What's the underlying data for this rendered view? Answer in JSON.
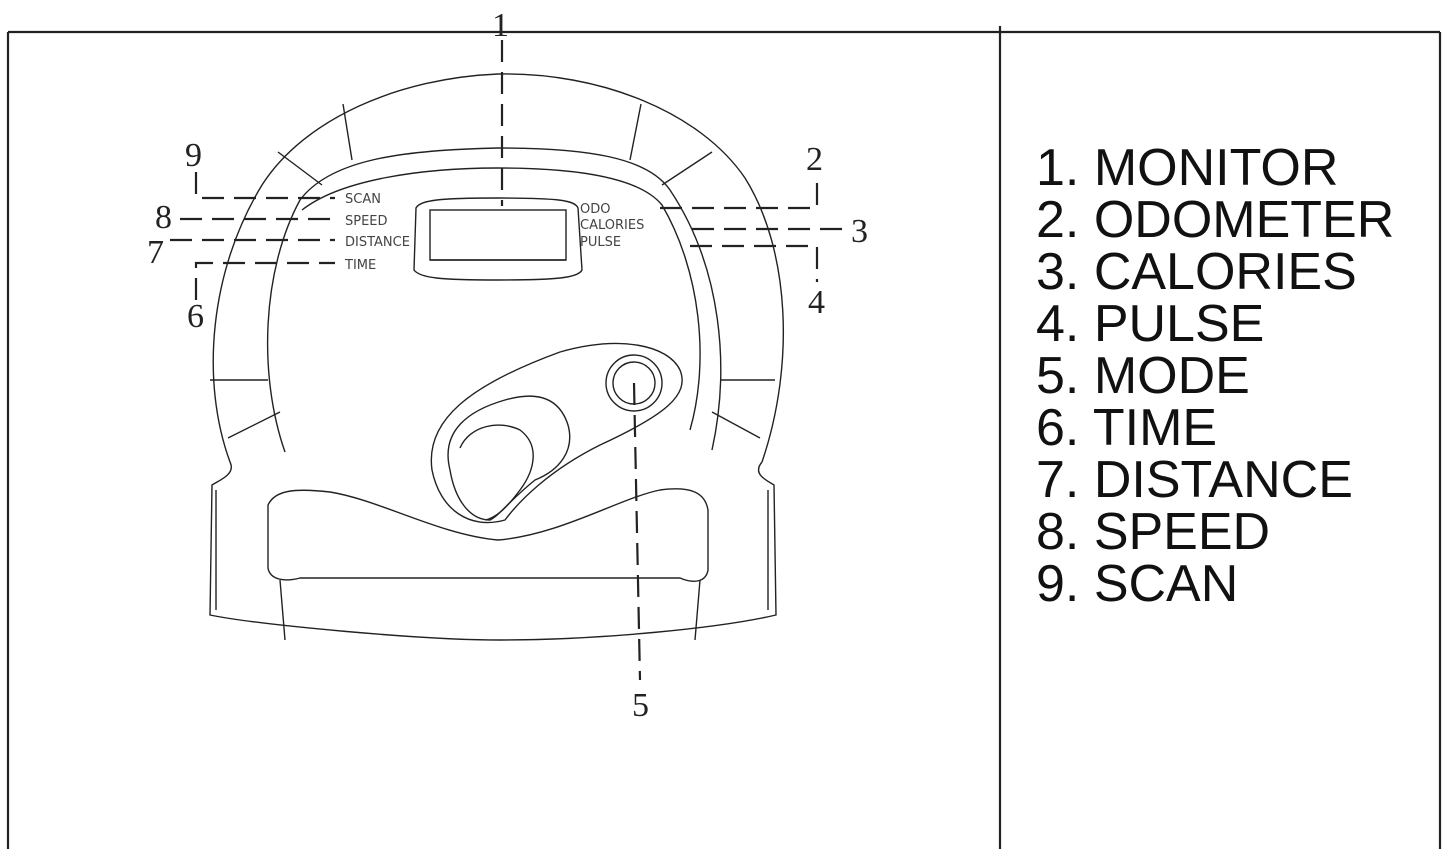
{
  "callouts": {
    "c1": "1",
    "c2": "2",
    "c3": "3",
    "c4": "4",
    "c5": "5",
    "c6": "6",
    "c7": "7",
    "c8": "8",
    "c9": "9"
  },
  "panel_labels": {
    "scan": "SCAN",
    "speed": "SPEED",
    "distance": "DISTANCE",
    "time": "TIME",
    "odo": "ODO",
    "calories": "CALORIES",
    "pulse": "PULSE"
  },
  "legend": [
    "1. MONITOR",
    "2. ODOMETER",
    "3. CALORIES",
    "4. PULSE",
    "5. MODE",
    "6. TIME",
    "7. DISTANCE",
    "8. SPEED",
    "9. SCAN"
  ]
}
